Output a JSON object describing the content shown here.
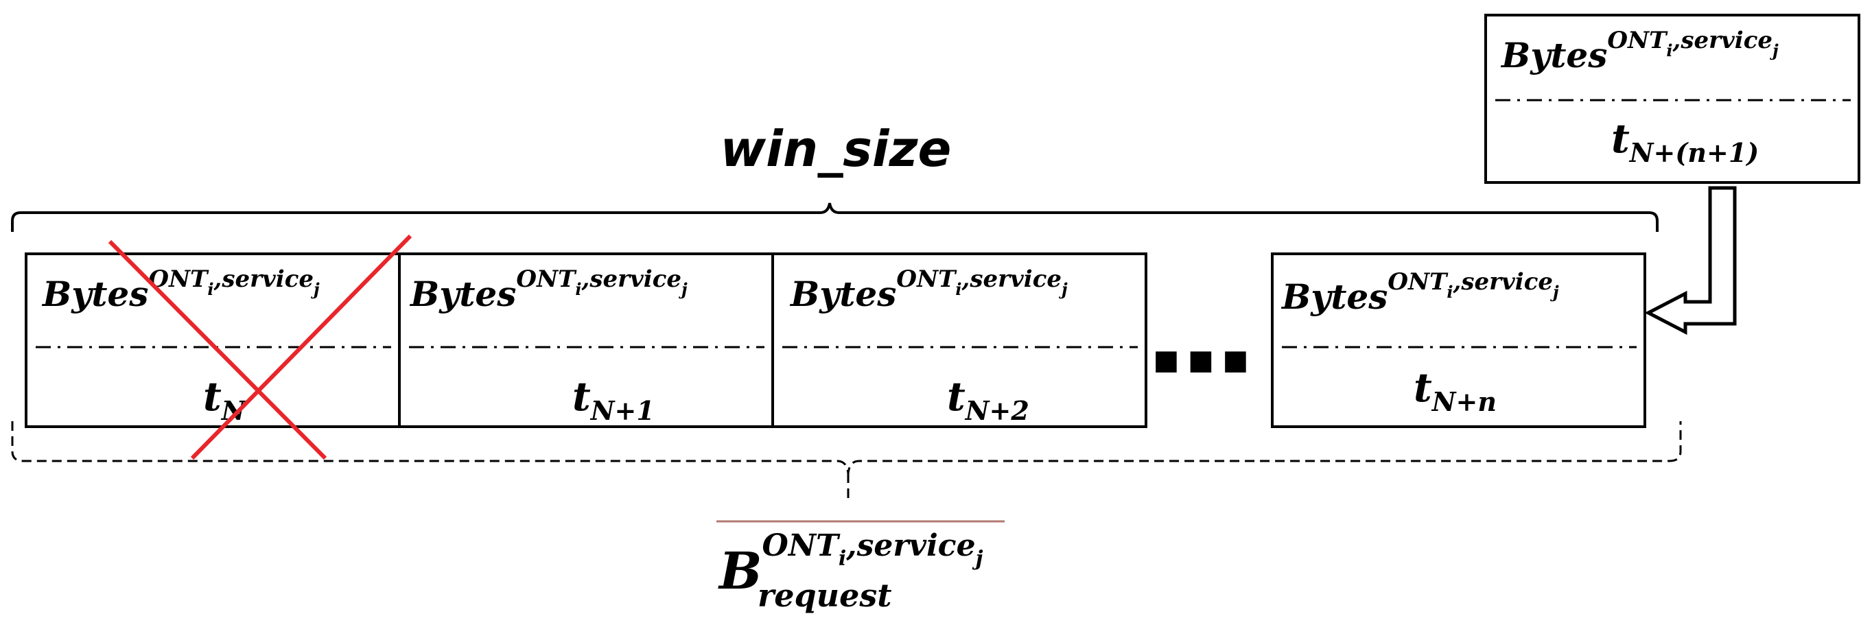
{
  "window_label": "win_size",
  "cells": [
    {
      "name": "cell-t-n",
      "bytes": "Bytes",
      "sup_a": "ONT",
      "sub_a": "i",
      "sup_b": ",service",
      "sub_b": "j",
      "t": "t",
      "t_sub": "N",
      "crossed": true
    },
    {
      "name": "cell-t-n-plus-1",
      "bytes": "Bytes",
      "sup_a": "ONT",
      "sub_a": "i",
      "sup_b": ",service",
      "sub_b": "j",
      "t": "t",
      "t_sub": "N+1",
      "crossed": false
    },
    {
      "name": "cell-t-n-plus-2",
      "bytes": "Bytes",
      "sup_a": "ONT",
      "sub_a": "i",
      "sup_b": ",service",
      "sub_b": "j",
      "t": "t",
      "t_sub": "N+2",
      "crossed": false
    },
    {
      "name": "cell-t-n-plus-n",
      "bytes": "Bytes",
      "sup_a": "ONT",
      "sub_a": "i",
      "sup_b": ",service",
      "sub_b": "j",
      "t": "t",
      "t_sub": "N+n",
      "crossed": false
    }
  ],
  "incoming": {
    "bytes": "Bytes",
    "sup_a": "ONT",
    "sub_a": "i",
    "sup_b": ",service",
    "sub_b": "j",
    "t": "t",
    "t_sub": "N+(n+1)"
  },
  "ellipsis": "■ ■ ■",
  "request": {
    "base": "B",
    "sup_a": "ONT",
    "sub_a": "i",
    "sup_b": ",service",
    "sub_b": "j",
    "sub": "request"
  },
  "colors": {
    "cross": "#e8262b",
    "overline": "#b07a72",
    "line": "#000000"
  }
}
